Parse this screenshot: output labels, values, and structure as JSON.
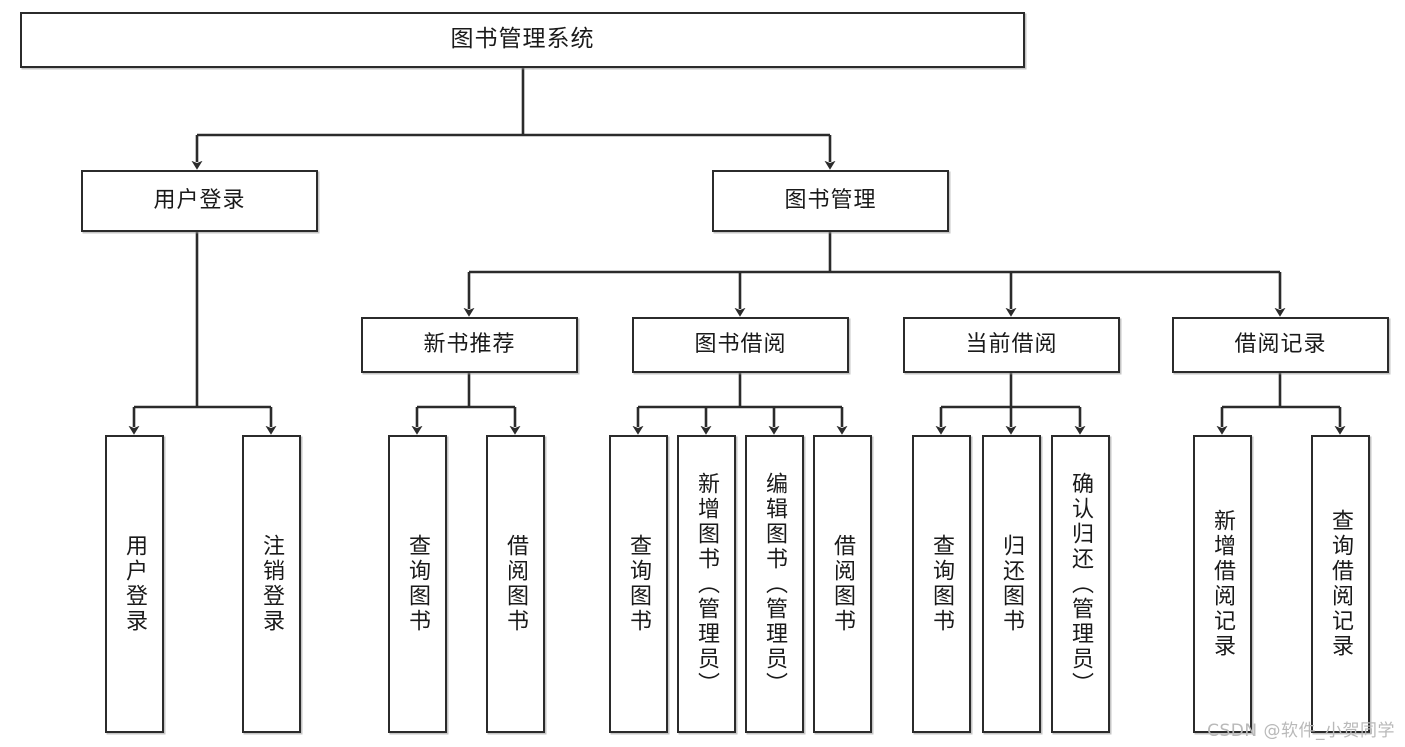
{
  "diagram": {
    "title": "图书管理系统",
    "watermark": "CSDN @软件_小贺同学",
    "colors": {
      "stroke": "#2b2b2b",
      "fill": "#ffffff",
      "text": "#1a1a1a",
      "watermark": "#b9b9b9"
    }
  },
  "nodes": {
    "root": {
      "label": "图书管理系统"
    },
    "level2": [
      {
        "label": "用户登录"
      },
      {
        "label": "图书管理"
      }
    ],
    "level3": [
      {
        "label": "新书推荐"
      },
      {
        "label": "图书借阅"
      },
      {
        "label": "当前借阅"
      },
      {
        "label": "借阅记录"
      }
    ],
    "leaves": {
      "user_login": [
        {
          "label": "用户登录"
        },
        {
          "label": "注销登录"
        }
      ],
      "new_book": [
        {
          "label": "查询图书"
        },
        {
          "label": "借阅图书"
        }
      ],
      "book_borrow": [
        {
          "label": "查询图书"
        },
        {
          "label": "新增图书（管理员）"
        },
        {
          "label": "编辑图书（管理员）"
        },
        {
          "label": "借阅图书"
        }
      ],
      "current_borrow": [
        {
          "label": "查询图书"
        },
        {
          "label": "归还图书"
        },
        {
          "label": "确认归还（管理员）"
        }
      ],
      "borrow_record": [
        {
          "label": "新增借阅记录"
        },
        {
          "label": "查询借阅记录"
        }
      ]
    }
  }
}
